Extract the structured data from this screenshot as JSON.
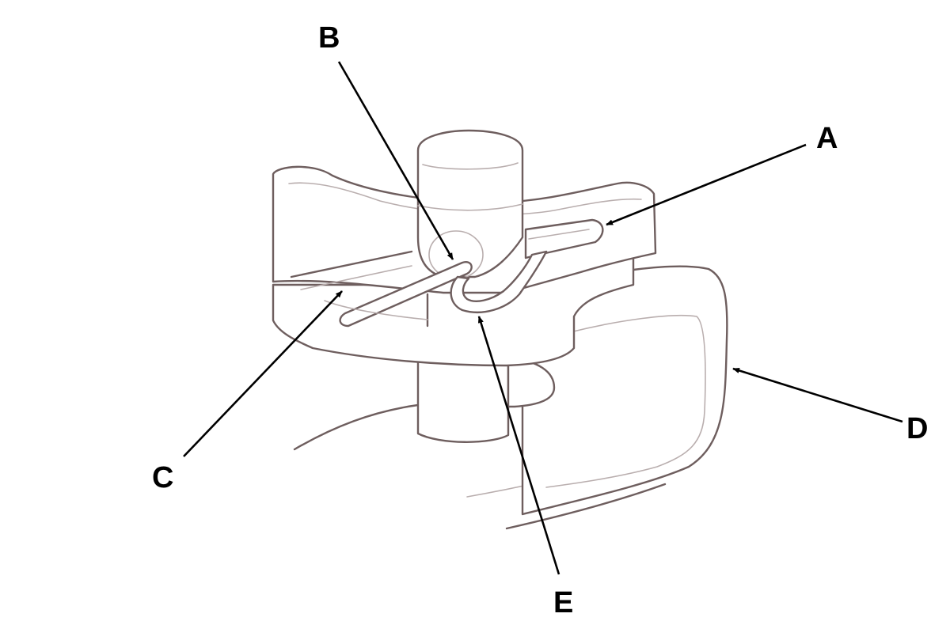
{
  "callouts": {
    "a": "A",
    "b": "B",
    "c": "C",
    "d": "D",
    "e": "E"
  },
  "colors": {
    "outline": "#6e5e5e",
    "inner_line": "#b9aeae",
    "leader": "#000000",
    "background": "#ffffff"
  }
}
